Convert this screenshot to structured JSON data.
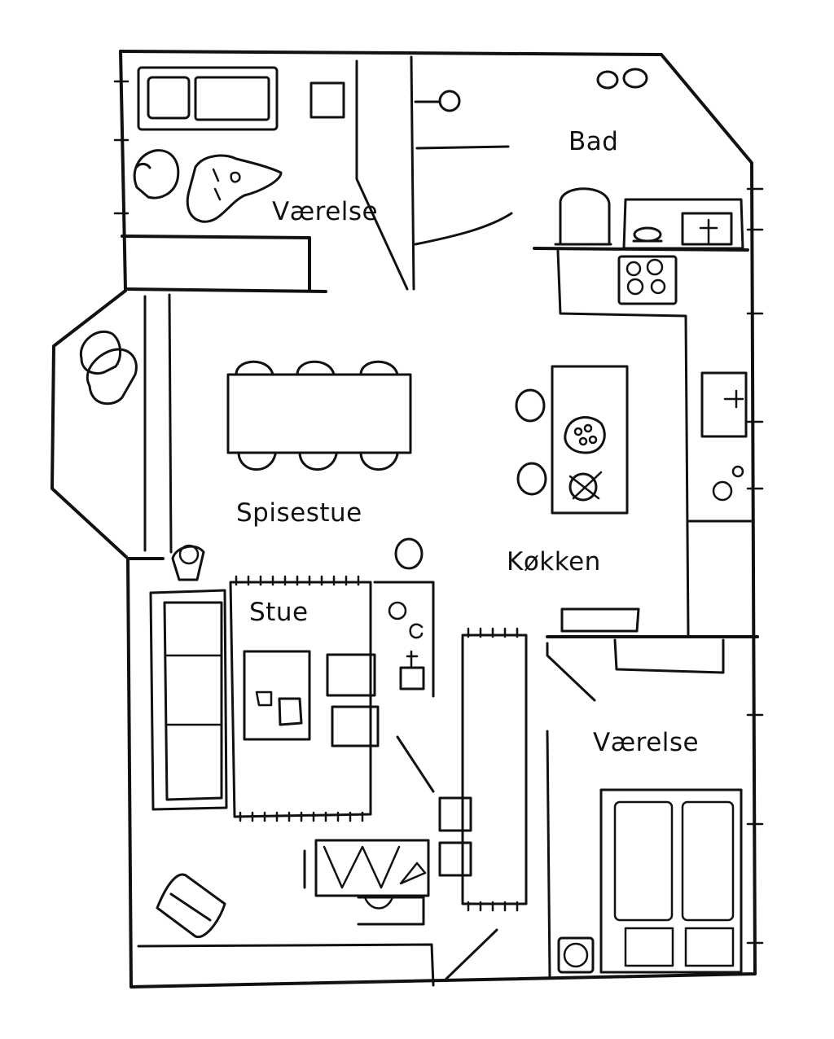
{
  "rooms": {
    "bedroom_top": "Værelse",
    "bath": "Bad",
    "dining": "Spisestue",
    "kitchen": "Køkken",
    "living": "Stue",
    "bedroom_bottom": "Værelse"
  }
}
